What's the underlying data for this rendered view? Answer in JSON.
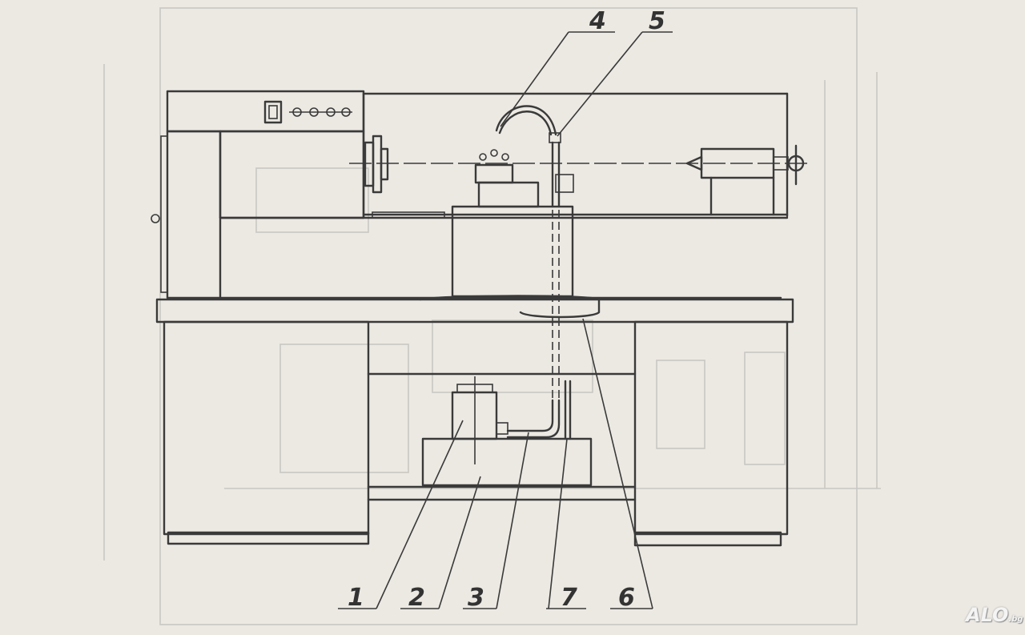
{
  "part_labels": [
    {
      "id": "1",
      "text": "1"
    },
    {
      "id": "2",
      "text": "2"
    },
    {
      "id": "3",
      "text": "3"
    },
    {
      "id": "4",
      "text": "4"
    },
    {
      "id": "5",
      "text": "5"
    },
    {
      "id": "6",
      "text": "6"
    },
    {
      "id": "7",
      "text": "7"
    }
  ],
  "watermark": {
    "brand": "ALO",
    "suffix": ".bg"
  },
  "colors": {
    "paper": "#ece9e3",
    "ink": "#3a3a3a",
    "ghost": "#c9c7c2"
  }
}
